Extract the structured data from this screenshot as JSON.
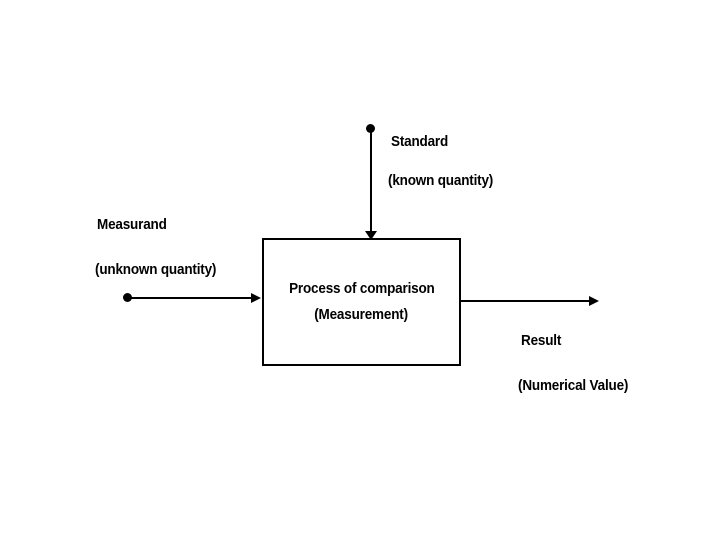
{
  "diagram": {
    "title_hint": "Measurement process block diagram",
    "colors": {
      "background": "#ffffff",
      "ink": "#000000"
    },
    "standard_input": {
      "label": "Standard",
      "sublabel": "(known quantity)"
    },
    "measurand_input": {
      "label": "Measurand",
      "sublabel": "(unknown quantity)"
    },
    "process_box": {
      "line1": "Process of comparison",
      "line2": "(Measurement)"
    },
    "result_output": {
      "label": "Result",
      "sublabel": "(Numerical Value)"
    },
    "icons": {
      "measurand_source_dot": "filled-circle",
      "standard_source_dot": "filled-circle",
      "arrowheads": "filled-triangle"
    }
  }
}
